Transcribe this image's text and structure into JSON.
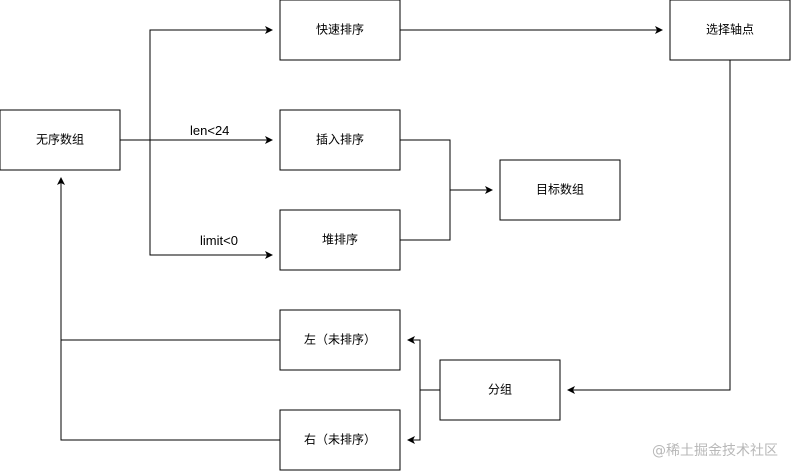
{
  "nodes": {
    "unsorted_array": "无序数组",
    "quick_sort": "快速排序",
    "insertion_sort": "插入排序",
    "heap_sort": "堆排序",
    "choose_pivot": "选择轴点",
    "target_array": "目标数组",
    "left_unsorted": "左（未排序）",
    "right_unsorted": "右（未排序）",
    "partition": "分组"
  },
  "edge_labels": {
    "len_condition": "len<24",
    "limit_condition": "limit<0"
  },
  "watermark": "@稀土掘金技术社区"
}
